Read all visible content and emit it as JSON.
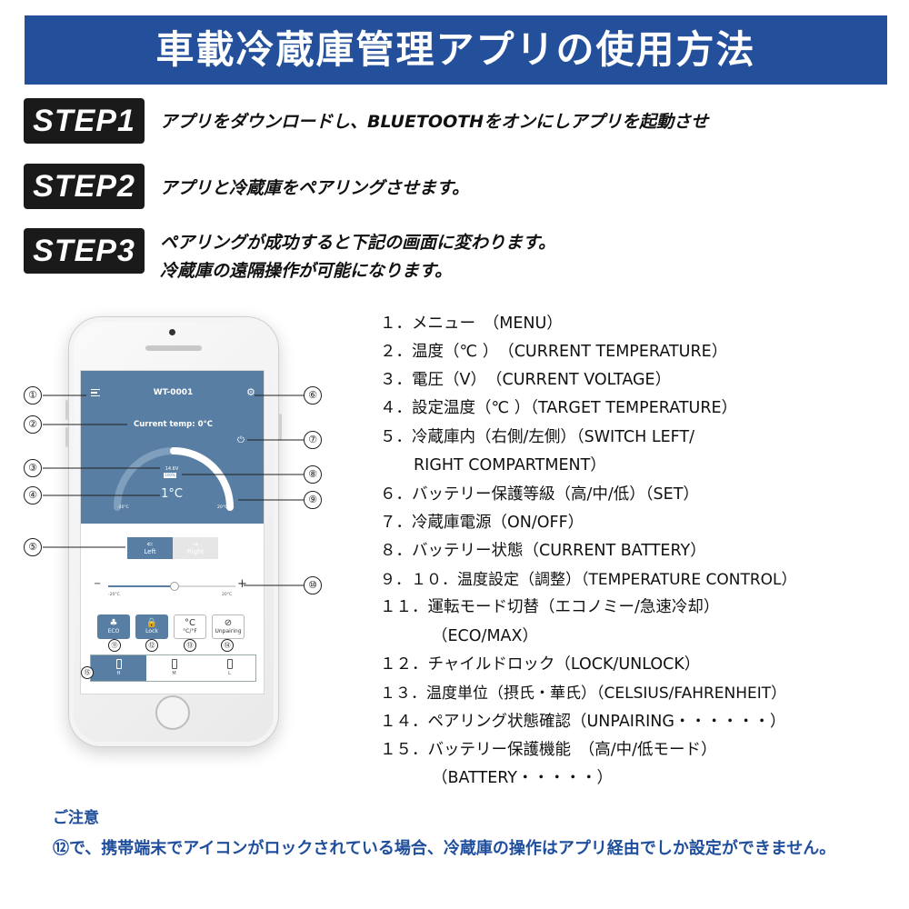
{
  "banner": {
    "title": "車載冷蔵庫管理アプリの使用方法"
  },
  "steps": [
    {
      "badge": "STEP1",
      "text": "アプリをダウンロードし、BLUETOOTHをオンにしアプリを起動させ"
    },
    {
      "badge": "STEP2",
      "text": "アプリと冷蔵庫をペアリングさせます。"
    },
    {
      "badge": "STEP3",
      "text": "ペアリングが成功すると下記の画面に変わります。",
      "text2": "冷蔵庫の遠隔操作が可能になります。"
    }
  ],
  "phone": {
    "device_name": "WT-0001",
    "current_temp": "Current temp: 0°C",
    "voltage": "14.6V",
    "battery_level": "100%",
    "set_temp": "1°C",
    "gauge_min": "-20°C",
    "gauge_max": "20°C",
    "compartment_left": "Left",
    "compartment_right": "Right",
    "slider_min": "-20°C",
    "slider_max": "20°C",
    "slider_value_fraction": 0.52,
    "minus_glyph": "−",
    "plus_glyph": "+",
    "modes": [
      {
        "label": "ECO",
        "icon": "♣"
      },
      {
        "label": "Lock",
        "icon": "🔒"
      },
      {
        "label": "°C/°F",
        "icon": "°C"
      },
      {
        "label": "Unpairing",
        "icon": "⊘"
      }
    ],
    "battery_modes": [
      "H",
      "M",
      "L"
    ],
    "accent_color": "#587fa3"
  },
  "callouts": [
    "①",
    "②",
    "③",
    "④",
    "⑤",
    "⑥",
    "⑦",
    "⑧",
    "⑨",
    "⑩",
    "⑪",
    "⑫",
    "⑬",
    "⑭",
    "⑮"
  ],
  "legend": [
    "１．メニュー　（MENU）",
    "２．温度（℃ ）　（CURRENT TEMPERATURE）",
    "３．電圧（V）　（CURRENT VOLTAGE）",
    "４．設定温度（℃ ）（TARGET TEMPERATURE）",
    "５．冷蔵庫内（右側/左側）（SWITCH LEFT/",
    "RIGHT COMPARTMENT）",
    "６．バッテリー保護等級（高/中/低）（SET）",
    "７．冷蔵庫電源（ON/OFF）",
    "８．バッテリー状態（CURRENT BATTERY）",
    "９．１０．温度設定（調整）（TEMPERATURE CONTROL）",
    "１１．運転モード切替（エコノミー/急速冷却）",
    "（ECO/MAX）",
    "１２．チャイルドロック（LOCK/UNLOCK）",
    "１３．温度単位（摂氏・華氏）（CELSIUS/FAHRENHEIT）",
    "１４．ペアリング状態確認（UNPAIRING・・・・・・）",
    "１５．バッテリー保護機能　（高/中/低モード）",
    "（BATTERY・・・・・）"
  ],
  "note": {
    "title": "ご注意",
    "body": "⑫で、携帯端末でアイコンがロックされている場合、冷蔵庫の操作はアプリ経由でしか設定ができません。"
  }
}
